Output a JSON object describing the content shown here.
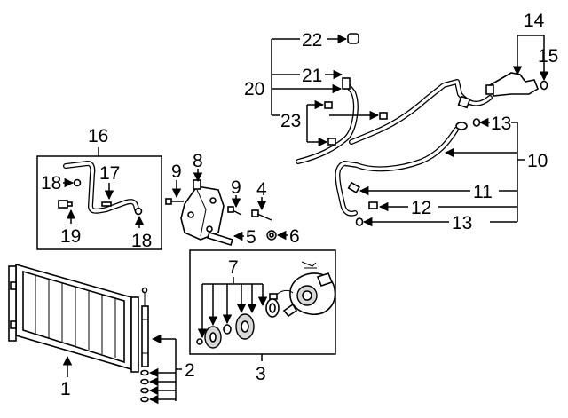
{
  "callouts": {
    "c1": "1",
    "c2": "2",
    "c3": "3",
    "c4": "4",
    "c5": "5",
    "c6": "6",
    "c7": "7",
    "c8": "8",
    "c9a": "9",
    "c9b": "9",
    "c10": "10",
    "c11": "11",
    "c12": "12",
    "c13a": "13",
    "c13b": "13",
    "c14": "14",
    "c15": "15",
    "c16": "16",
    "c17": "17",
    "c18a": "18",
    "c18b": "18",
    "c19": "19",
    "c20": "20",
    "c21": "21",
    "c22": "22",
    "c23": "23"
  }
}
